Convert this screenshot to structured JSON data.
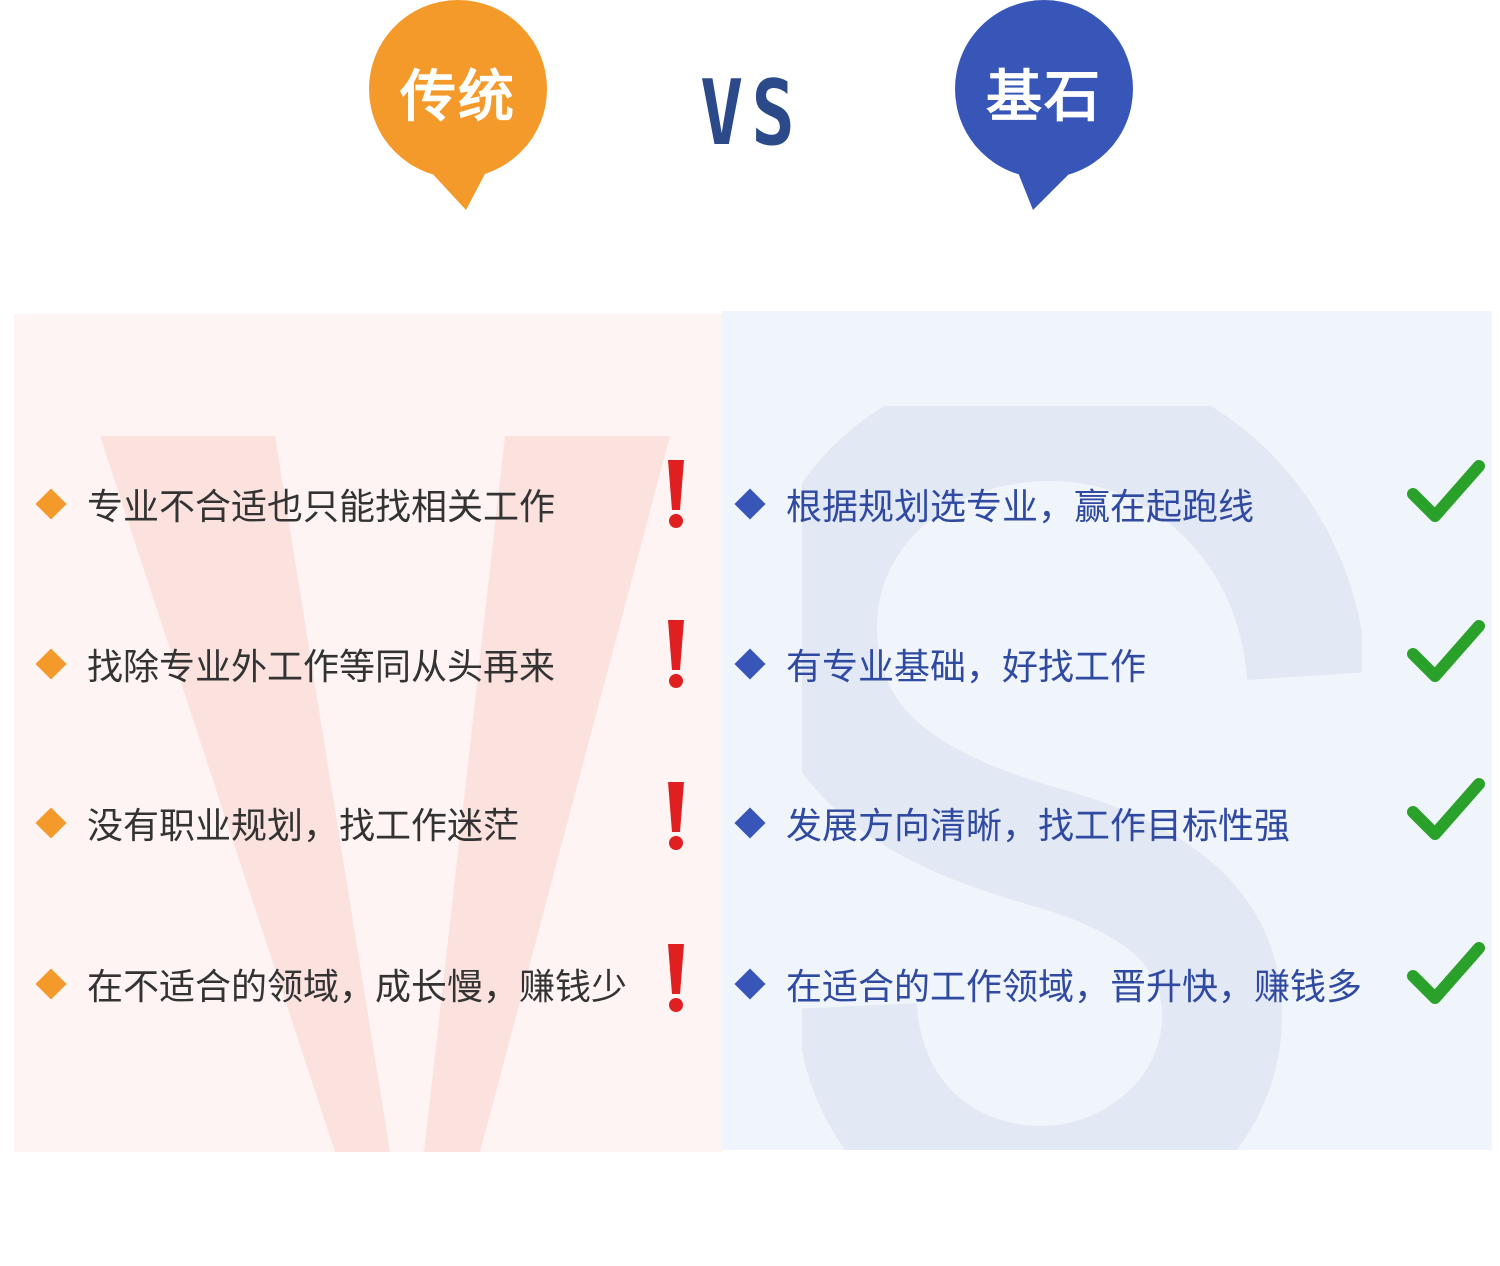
{
  "header": {
    "left_title": "传统",
    "vs": "VS",
    "right_title": "基石"
  },
  "colors": {
    "left_accent": "#f49a2b",
    "right_accent": "#3756b7",
    "warning": "#e02020",
    "check": "#2aa12a"
  },
  "left_panel": {
    "watermark": "V",
    "items": [
      {
        "text": "专业不合适也只能找相关工作",
        "icon": "exclamation-icon"
      },
      {
        "text": "找除专业外工作等同从头再来",
        "icon": "exclamation-icon"
      },
      {
        "text": "没有职业规划，找工作迷茫",
        "icon": "exclamation-icon"
      },
      {
        "text": "在不适合的领域，成长慢，赚钱少",
        "icon": "exclamation-icon"
      }
    ]
  },
  "right_panel": {
    "watermark": "S",
    "items": [
      {
        "text": "根据规划选专业，赢在起跑线",
        "icon": "checkmark-icon"
      },
      {
        "text": "有专业基础，好找工作",
        "icon": "checkmark-icon"
      },
      {
        "text": "发展方向清晰，找工作目标性强",
        "icon": "checkmark-icon"
      },
      {
        "text": "在适合的工作领域，晋升快，赚钱多",
        "icon": "checkmark-icon"
      }
    ]
  }
}
